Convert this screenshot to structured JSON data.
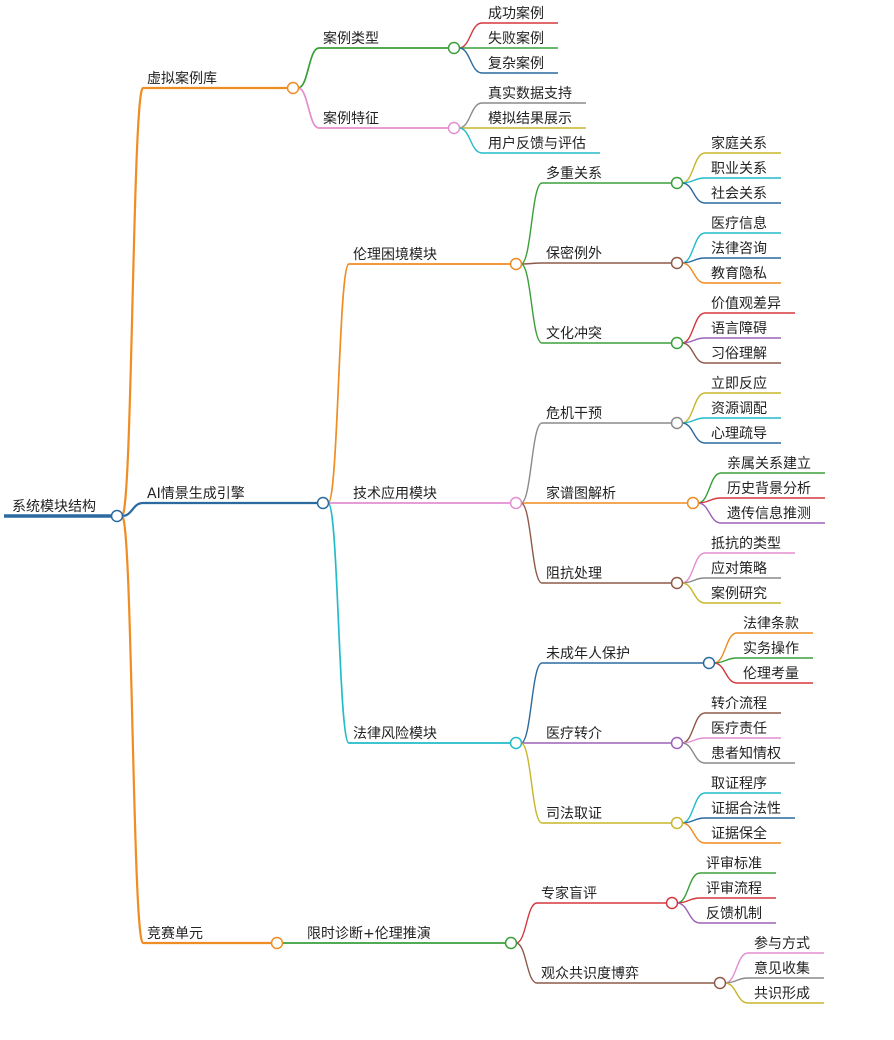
{
  "root": {
    "label": "系统模块结构",
    "color": "#2a6a9e",
    "children": [
      {
        "label": "虚拟案例库",
        "color": "#ef8c22",
        "children": [
          {
            "label": "案例类型",
            "color": "#3a9f3a",
            "children": [
              {
                "label": "成功案例",
                "color": "#d3383f"
              },
              {
                "label": "失败案例",
                "color": "#3a9f3a"
              },
              {
                "label": "复杂案例",
                "color": "#2a6a9e"
              }
            ]
          },
          {
            "label": "案例特征",
            "color": "#e38ed0",
            "children": [
              {
                "label": "真实数据支持",
                "color": "#8a8a8a"
              },
              {
                "label": "模拟结果展示",
                "color": "#c7b62a"
              },
              {
                "label": "用户反馈与评估",
                "color": "#22bcc9"
              }
            ]
          }
        ]
      },
      {
        "label": "AI情景生成引擎",
        "color": "#2a6a9e",
        "children": [
          {
            "label": "伦理困境模块",
            "color": "#ef8c22",
            "children": [
              {
                "label": "多重关系",
                "color": "#3a9f3a",
                "children": [
                  {
                    "label": "家庭关系",
                    "color": "#c7b62a"
                  },
                  {
                    "label": "职业关系",
                    "color": "#22bcc9"
                  },
                  {
                    "label": "社会关系",
                    "color": "#2a6a9e"
                  }
                ]
              },
              {
                "label": "保密例外",
                "color": "#8d5a4a",
                "children": [
                  {
                    "label": "医疗信息",
                    "color": "#22bcc9"
                  },
                  {
                    "label": "法律咨询",
                    "color": "#2a6a9e"
                  },
                  {
                    "label": "教育隐私",
                    "color": "#ef8c22"
                  }
                ]
              },
              {
                "label": "文化冲突",
                "color": "#3a9f3a",
                "children": [
                  {
                    "label": "价值观差异",
                    "color": "#d3383f"
                  },
                  {
                    "label": "语言障碍",
                    "color": "#9a62b8"
                  },
                  {
                    "label": "习俗理解",
                    "color": "#8d5a4a"
                  }
                ]
              }
            ]
          },
          {
            "label": "技术应用模块",
            "color": "#e38ed0",
            "children": [
              {
                "label": "危机干预",
                "color": "#8a8a8a",
                "children": [
                  {
                    "label": "立即反应",
                    "color": "#c7b62a"
                  },
                  {
                    "label": "资源调配",
                    "color": "#22bcc9"
                  },
                  {
                    "label": "心理疏导",
                    "color": "#2a6a9e"
                  }
                ]
              },
              {
                "label": "家谱图解析",
                "color": "#ef8c22",
                "children": [
                  {
                    "label": "亲属关系建立",
                    "color": "#3a9f3a"
                  },
                  {
                    "label": "历史背景分析",
                    "color": "#d3383f"
                  },
                  {
                    "label": "遗传信息推测",
                    "color": "#9a62b8"
                  }
                ]
              },
              {
                "label": "阻抗处理",
                "color": "#8d5a4a",
                "children": [
                  {
                    "label": "抵抗的类型",
                    "color": "#e38ed0"
                  },
                  {
                    "label": "应对策略",
                    "color": "#8a8a8a"
                  },
                  {
                    "label": "案例研究",
                    "color": "#c7b62a"
                  }
                ]
              }
            ]
          },
          {
            "label": "法律风险模块",
            "color": "#22bcc9",
            "children": [
              {
                "label": "未成年人保护",
                "color": "#2a6a9e",
                "children": [
                  {
                    "label": "法律条款",
                    "color": "#ef8c22"
                  },
                  {
                    "label": "实务操作",
                    "color": "#3a9f3a"
                  },
                  {
                    "label": "伦理考量",
                    "color": "#d3383f"
                  }
                ]
              },
              {
                "label": "医疗转介",
                "color": "#9a62b8",
                "children": [
                  {
                    "label": "转介流程",
                    "color": "#8d5a4a"
                  },
                  {
                    "label": "医疗责任",
                    "color": "#e38ed0"
                  },
                  {
                    "label": "患者知情权",
                    "color": "#8a8a8a"
                  }
                ]
              },
              {
                "label": "司法取证",
                "color": "#c7b62a",
                "children": [
                  {
                    "label": "取证程序",
                    "color": "#22bcc9"
                  },
                  {
                    "label": "证据合法性",
                    "color": "#2a6a9e"
                  },
                  {
                    "label": "证据保全",
                    "color": "#ef8c22"
                  }
                ]
              }
            ]
          }
        ]
      },
      {
        "label": "竞赛单元",
        "color": "#ef8c22",
        "children": [
          {
            "label": "限时诊断+伦理推演",
            "color": "#3a9f3a",
            "children": [
              {
                "label": "专家盲评",
                "color": "#d3383f",
                "children": [
                  {
                    "label": "评审标准",
                    "color": "#3a9f3a"
                  },
                  {
                    "label": "评审流程",
                    "color": "#d3383f"
                  },
                  {
                    "label": "反馈机制",
                    "color": "#9a62b8"
                  }
                ]
              },
              {
                "label": "观众共识度博弈",
                "color": "#8d5a4a",
                "children": [
                  {
                    "label": "参与方式",
                    "color": "#e38ed0"
                  },
                  {
                    "label": "意见收集",
                    "color": "#8a8a8a"
                  },
                  {
                    "label": "共识形成",
                    "color": "#c7b62a"
                  }
                ]
              }
            ]
          }
        ]
      }
    ]
  }
}
